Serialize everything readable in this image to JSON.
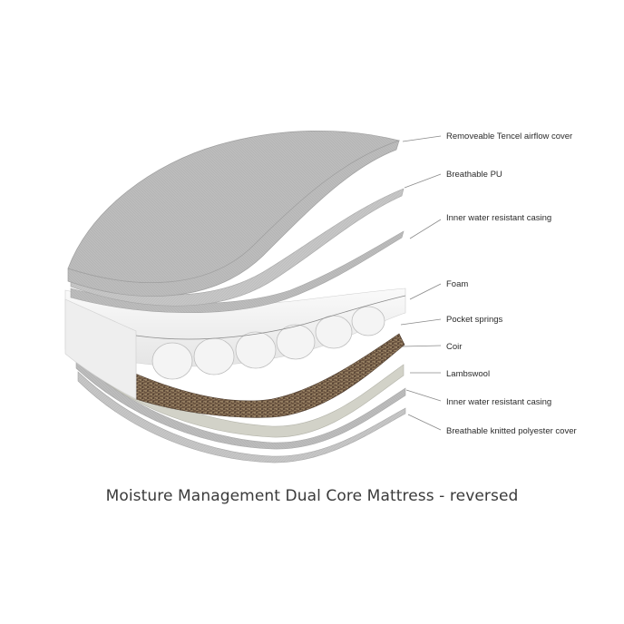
{
  "labels": [
    "Removeable Tencel airflow cover",
    "Breathable PU",
    "Inner water resistant casing",
    "Foam",
    "Pocket springs",
    "Coir",
    "Lambswool",
    "Inner water resistant casing",
    "Breathable knitted polyester cover"
  ],
  "caption": "Moisture Management Dual Core Mattress - reversed",
  "colors": {
    "cover": "#b9b9b9",
    "foam": "#f1f1f1",
    "spring_shadow": "#bdbdbd",
    "coir": "#6b5440",
    "lambswool": "#d2d2c8",
    "bottom_layers": "#c4c4c4",
    "text": "#2b2b2b",
    "leader": "#8a8a8a"
  }
}
